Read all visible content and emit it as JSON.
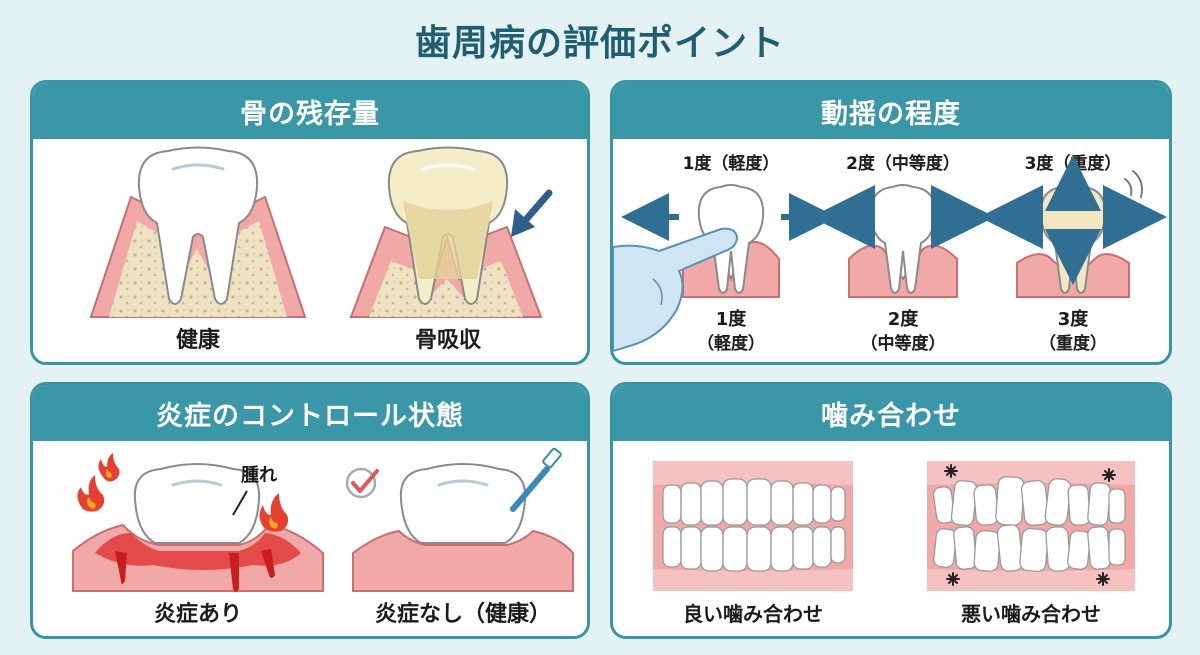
{
  "title": "歯周病の評価ポイント",
  "colors": {
    "header": "#3a97a7",
    "border": "#3696a5",
    "gum": "#f1a9a8",
    "bone": "#efe2c3",
    "inflamed": "#e23a3a",
    "check": "#e05757"
  },
  "panels": {
    "bone": {
      "title": "骨の残存量",
      "healthy_label": "健康",
      "resorption_label": "骨吸収"
    },
    "mobility": {
      "title": "動揺の程度",
      "degrees": [
        {
          "top_label": "1度（軽度）",
          "bottom_num": "1度",
          "bottom_desc": "（軽度）"
        },
        {
          "top_label": "2度（中等度）",
          "bottom_num": "2度",
          "bottom_desc": "（中等度）"
        },
        {
          "top_label": "3度（重度）",
          "bottom_num": "3度",
          "bottom_desc": "（重度）"
        }
      ]
    },
    "inflammation": {
      "title": "炎症のコントロール状態",
      "swelling_label": "腫れ",
      "inflamed_label": "炎症あり",
      "healthy_label": "炎症なし（健康）"
    },
    "occlusion": {
      "title": "噛み合わせ",
      "good_label": "良い噛み合わせ",
      "bad_label": "悪い噛み合わせ"
    }
  }
}
